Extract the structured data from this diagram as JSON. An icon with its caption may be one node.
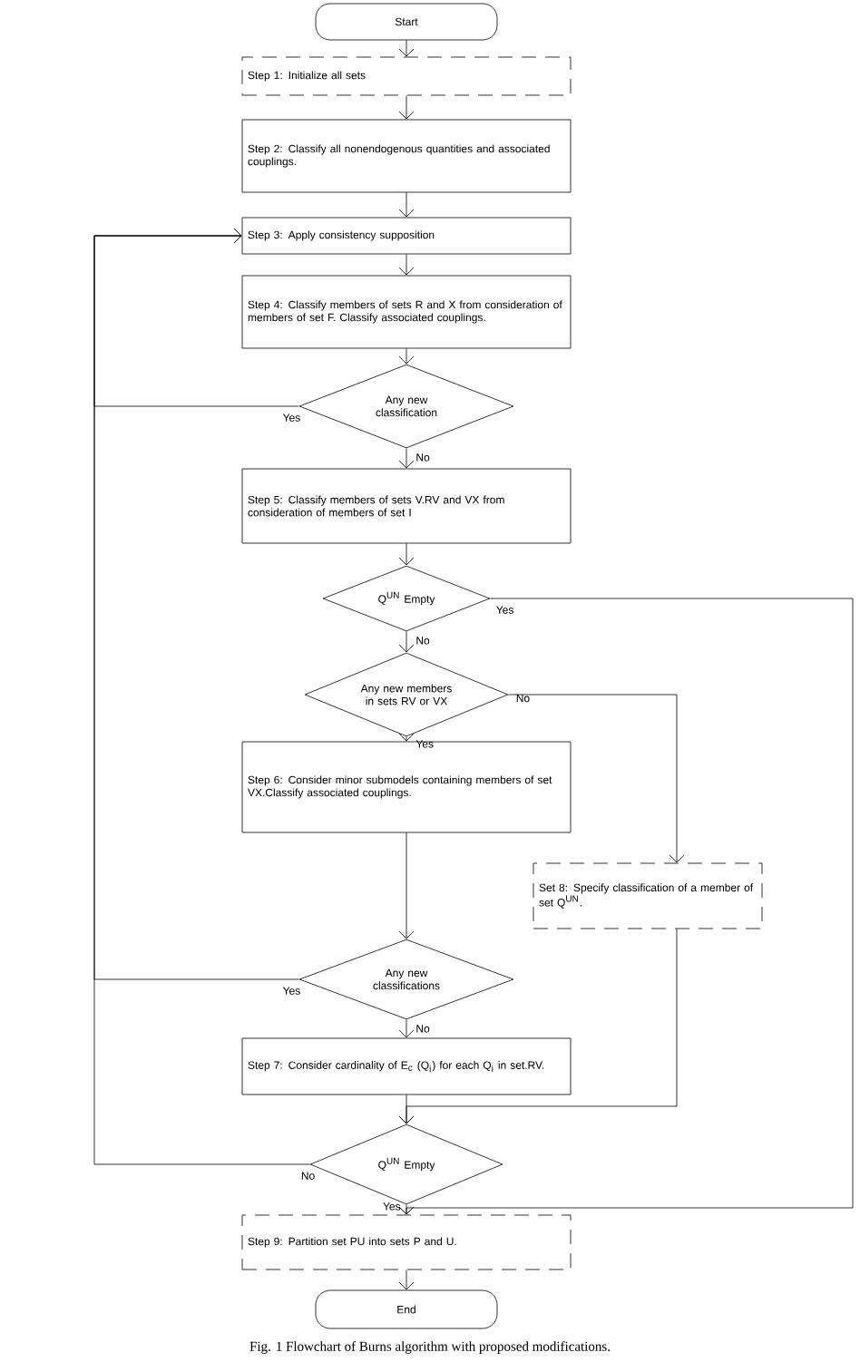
{
  "diagram": {
    "caption": "Fig. 1 Flowchart of Burns algorithm with proposed modifications.",
    "nodes": [
      {
        "text": [
          "Start"
        ]
      },
      {
        "text": [
          "Step 1: Initialize all sets"
        ]
      },
      {
        "text": [
          "Step 2: Classify all nonendogenous quantities and associated couplings."
        ]
      },
      {
        "text": [
          "Step 3: Apply consistency supposition"
        ]
      },
      {
        "text": [
          "Step 4: Classify members of sets R and X from consideration of members of set F. Classify associated couplings."
        ]
      },
      {
        "text": [
          "Any new classification"
        ]
      },
      {
        "text": [
          "Step 5: Classify members of sets V.RV and VX from consideration of members of set I"
        ]
      },
      {
        "text": [
          "Q$^{UN}$ Empty"
        ]
      },
      {
        "text": [
          "Any new members in sets RV or VX"
        ]
      },
      {
        "text": [
          "Step 6: Consider minor submodels containing members of set VX.Classify associated couplings."
        ]
      },
      {
        "text": [
          "Set 8: Specify classification of a member of set Q$^{UN}$."
        ]
      },
      {
        "text": [
          "Any new classifications"
        ]
      },
      {
        "text": [
          "Step 7: Consider cardinality of E$_{c}$ (Q$_{i}$) for each Q$_{i}$ in set.RV."
        ]
      },
      {
        "text": [
          "Q$^{UN}$ Empty"
        ]
      },
      {
        "text": [
          "Step 9: Partition set PU into sets P and U."
        ]
      },
      {
        "text": [
          "End"
        ]
      }
    ],
    "edges": [
      {
        "from": 0,
        "to": 1,
        "arrow": "to"
      },
      {
        "from": 1,
        "to": 2,
        "arrow": "to"
      },
      {
        "from": 2,
        "to": 3,
        "arrow": "to"
      },
      {
        "from": 3,
        "to": 4,
        "arrow": "to"
      },
      {
        "from": 4,
        "to": 5,
        "arrow": "to"
      },
      {
        "from": 5,
        "to": 6,
        "arrow": "to",
        "label": "No"
      },
      {
        "from": 5,
        "to": 3,
        "arrow": "to",
        "label": "Yes"
      },
      {
        "from": 6,
        "to": 7,
        "arrow": "to"
      },
      {
        "from": 7,
        "to": 8,
        "arrow": "to",
        "label": "No"
      },
      {
        "from": 7,
        "to": 14,
        "arrow": "to",
        "label": "Yes"
      },
      {
        "from": 8,
        "to": 9,
        "arrow": "to",
        "label": "Yes"
      },
      {
        "from": 8,
        "to": 10,
        "arrow": "to",
        "label": "No"
      },
      {
        "from": 9,
        "to": 11,
        "arrow": "to"
      },
      {
        "from": 10,
        "to": 13,
        "arrow": "to"
      },
      {
        "from": 11,
        "to": 12,
        "arrow": "to",
        "label": "No"
      },
      {
        "from": 11,
        "to": 3,
        "arrow": "to",
        "label": "Yes"
      },
      {
        "from": 12,
        "to": 13,
        "arrow": "to"
      },
      {
        "from": 13,
        "to": 14,
        "arrow": "to",
        "label": "Yes"
      },
      {
        "from": 13,
        "to": 3,
        "arrow": "to",
        "label": "No"
      },
      {
        "from": 14,
        "to": 15,
        "arrow": "to"
      }
    ]
  }
}
